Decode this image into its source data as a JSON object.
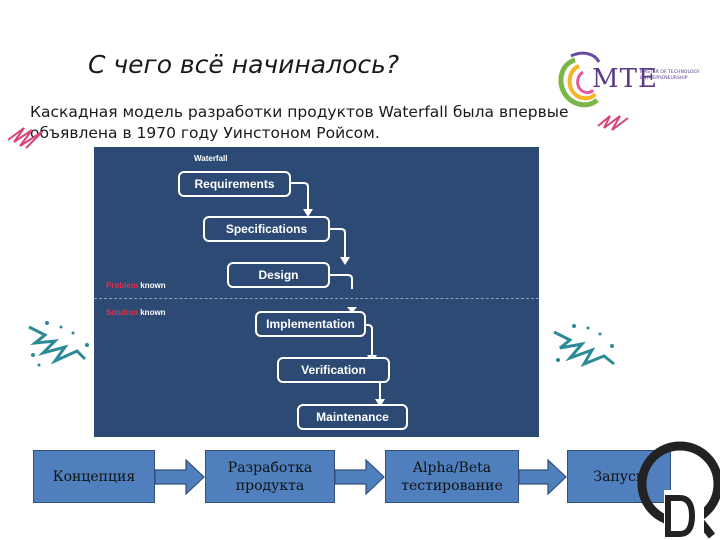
{
  "slide": {
    "title": "С чего всё начиналось?",
    "intro": "Каскадная модель разработки продуктов Waterfall была впервые объявлена в 1970 году Уинстоном Ройсом."
  },
  "logo": {
    "abbr": "MTE",
    "subtitle": "Master of Technology Entrepreneurship"
  },
  "waterfall": {
    "heading": "Waterfall",
    "problem_word": "Problem",
    "known_word": "known",
    "solution_word": "Solution",
    "steps": [
      "Requirements",
      "Specifications",
      "Design",
      "Implementation",
      "Verification",
      "Maintenance"
    ]
  },
  "process": {
    "stages": [
      "Концепция",
      "Разработка продукта",
      "Alpha/Beta тестирование",
      "Запуск"
    ]
  },
  "colors": {
    "waterfall_bg": "#2c4a73",
    "stage_fill": "#4f7fbd",
    "accent_red": "#e0304a",
    "logo_purple": "#5a3a87",
    "splash_teal": "#2b8a96"
  }
}
